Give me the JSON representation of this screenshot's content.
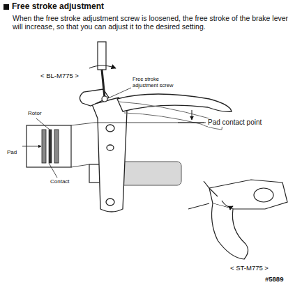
{
  "diagram": {
    "title": "Free stroke adjustment",
    "labels": [
      "When the free stroke adjustment screw is loosened, the free stroke of the brake lever will increase, so that you can adjust it to the desired setting.",
      "< BL-M775 >",
      "Free stroke adjustment screw",
      "Rotor",
      "Pad",
      "Contact",
      "Pad contact point",
      "< ST-M775 >",
      "#5889"
    ]
  }
}
